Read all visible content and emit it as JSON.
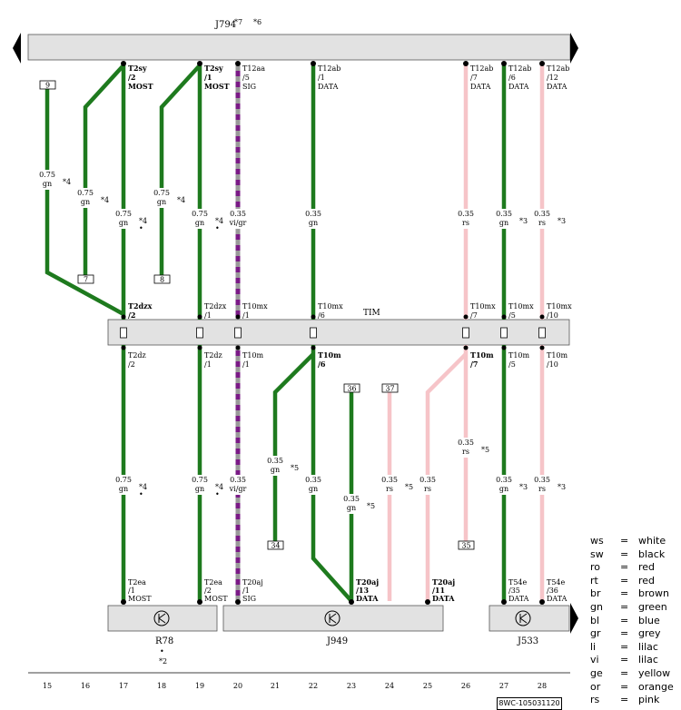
{
  "header": {
    "component": "J794",
    "refs": [
      "*7",
      "*6"
    ]
  },
  "tim": {
    "label": "TIM"
  },
  "components": [
    {
      "id": "R78",
      "label": "R78",
      "notes": [
        "•",
        "*2"
      ]
    },
    {
      "id": "J949",
      "label": "J949"
    },
    {
      "id": "J533",
      "label": "J533"
    }
  ],
  "columns": [
    "15",
    "16",
    "17",
    "18",
    "19",
    "20",
    "21",
    "22",
    "23",
    "24",
    "25",
    "26",
    "27",
    "28"
  ],
  "top_pins": [
    {
      "col": "17",
      "connector": "T2sy",
      "pin": "/2",
      "signal": "MOST"
    },
    {
      "col": "19",
      "connector": "T2sy",
      "pin": "/1",
      "signal": "MOST"
    },
    {
      "col": "20",
      "connector": "T12aa",
      "pin": "/5",
      "signal": "SIG"
    },
    {
      "col": "22",
      "connector": "T12ab",
      "pin": "/1",
      "signal": "DATA"
    },
    {
      "col": "26",
      "connector": "T12ab",
      "pin": "/7",
      "signal": "DATA"
    },
    {
      "col": "27",
      "connector": "T12ab",
      "pin": "/6",
      "signal": "DATA"
    },
    {
      "col": "28",
      "connector": "T12ab",
      "pin": "/12",
      "signal": "DATA"
    }
  ],
  "tim_top_pins": [
    {
      "col": "17",
      "connector": "T2dzx",
      "pin": "/2",
      "bold": true
    },
    {
      "col": "19",
      "connector": "T2dzx",
      "pin": "/1",
      "bold": false
    },
    {
      "col": "20",
      "connector": "T10mx",
      "pin": "/1",
      "bold": false
    },
    {
      "col": "22",
      "connector": "T10mx",
      "pin": "/6",
      "bold": false
    },
    {
      "col": "26",
      "connector": "T10mx",
      "pin": "/7",
      "bold": false
    },
    {
      "col": "27",
      "connector": "T10mx",
      "pin": "/5",
      "bold": false
    },
    {
      "col": "28",
      "connector": "T10mx",
      "pin": "/10",
      "bold": false
    }
  ],
  "tim_bottom_pins": [
    {
      "col": "17",
      "connector": "T2dz",
      "pin": "/2",
      "bold": false
    },
    {
      "col": "19",
      "connector": "T2dz",
      "pin": "/1",
      "bold": false
    },
    {
      "col": "20",
      "connector": "T10m",
      "pin": "/1",
      "bold": false
    },
    {
      "col": "22",
      "connector": "T10m",
      "pin": "/6",
      "bold": true
    },
    {
      "col": "26",
      "connector": "T10m",
      "pin": "/7",
      "bold": true
    },
    {
      "col": "27",
      "connector": "T10m",
      "pin": "/5",
      "bold": false
    },
    {
      "col": "28",
      "connector": "T10m",
      "pin": "/10",
      "bold": false
    }
  ],
  "bottom_pins": [
    {
      "col": "17",
      "connector": "T2ea",
      "pin": "/1",
      "signal": "MOST",
      "bold": false
    },
    {
      "col": "19",
      "connector": "T2ea",
      "pin": "/2",
      "signal": "MOST",
      "bold": false
    },
    {
      "col": "20",
      "connector": "T20aj",
      "pin": "/1",
      "signal": "SIG",
      "bold": false
    },
    {
      "col": "23",
      "connector": "T20aj",
      "pin": "/13",
      "signal": "DATA",
      "bold": true
    },
    {
      "col": "25",
      "connector": "T20aj",
      "pin": "/11",
      "signal": "DATA",
      "bold": true
    },
    {
      "col": "27",
      "connector": "T54e",
      "pin": "/35",
      "signal": "DATA",
      "bold": false
    },
    {
      "col": "28",
      "connector": "T54e",
      "pin": "/36",
      "signal": "DATA",
      "bold": false
    }
  ],
  "boxes": [
    "9",
    "7",
    "8",
    "36",
    "37",
    "34",
    "35"
  ],
  "wires_top": [
    {
      "col": "15",
      "size": "0.75",
      "color": "gn",
      "note": "*4"
    },
    {
      "col": "16",
      "size": "0.75",
      "color": "gn",
      "note": "*4"
    },
    {
      "col": "17",
      "size": "0.75",
      "color": "gn",
      "note": "*4"
    },
    {
      "col": "18",
      "size": "0.75",
      "color": "gn",
      "note": "*4"
    },
    {
      "col": "19",
      "size": "0.75",
      "color": "gn",
      "note": "*4"
    },
    {
      "col": "20",
      "size": "0.35",
      "color": "vi/gr",
      "note": ""
    },
    {
      "col": "22",
      "size": "0.35",
      "color": "gn",
      "note": ""
    },
    {
      "col": "26",
      "size": "0.35",
      "color": "rs",
      "note": ""
    },
    {
      "col": "27",
      "size": "0.35",
      "color": "gn",
      "note": "*3"
    },
    {
      "col": "28",
      "size": "0.35",
      "color": "rs",
      "note": "*3"
    }
  ],
  "wires_bottom": [
    {
      "col": "17",
      "size": "0.75",
      "color": "gn",
      "note": "*4"
    },
    {
      "col": "19",
      "size": "0.75",
      "color": "gn",
      "note": "*4"
    },
    {
      "col": "20",
      "size": "0.35",
      "color": "vi/gr",
      "note": ""
    },
    {
      "col": "21",
      "size": "0.35",
      "color": "gn",
      "note": "*5"
    },
    {
      "col": "22",
      "size": "0.35",
      "color": "gn",
      "note": ""
    },
    {
      "col": "23",
      "size": "0.35",
      "color": "gn",
      "note": "*5"
    },
    {
      "col": "24",
      "size": "0.35",
      "color": "rs",
      "note": "*5"
    },
    {
      "col": "25",
      "size": "0.35",
      "color": "rs",
      "note": ""
    },
    {
      "col": "26",
      "size": "0.35",
      "color": "rs",
      "note": "*5"
    },
    {
      "col": "27",
      "size": "0.35",
      "color": "gn",
      "note": "*3"
    },
    {
      "col": "28",
      "size": "0.35",
      "color": "rs",
      "note": "*3"
    }
  ],
  "legend": [
    {
      "code": "ws",
      "name": "white"
    },
    {
      "code": "sw",
      "name": "black"
    },
    {
      "code": "ro",
      "name": "red"
    },
    {
      "code": "rt",
      "name": "red"
    },
    {
      "code": "br",
      "name": "brown"
    },
    {
      "code": "gn",
      "name": "green"
    },
    {
      "code": "bl",
      "name": "blue"
    },
    {
      "code": "gr",
      "name": "grey"
    },
    {
      "code": "li",
      "name": "lilac"
    },
    {
      "code": "vi",
      "name": "lilac"
    },
    {
      "code": "ge",
      "name": "yellow"
    },
    {
      "code": "or",
      "name": "orange"
    },
    {
      "code": "rs",
      "name": "pink"
    }
  ],
  "doc_ref": "8WC-105031120",
  "colors": {
    "green": "#1e7a1e",
    "pink": "#f6c4c8",
    "violet": "#7a1a86",
    "grey": "#9a9a9a",
    "bar": "#e2e2e2"
  }
}
